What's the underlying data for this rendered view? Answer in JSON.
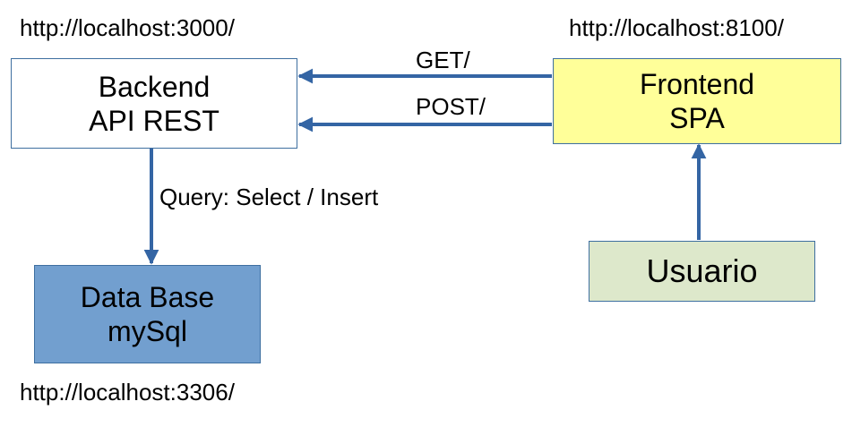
{
  "urls": {
    "backend": "http://localhost:3000/",
    "frontend": "http://localhost:8100/",
    "database": "http://localhost:3306/"
  },
  "nodes": {
    "backend": {
      "line1": "Backend",
      "line2": "API REST",
      "fill": "#ffffff"
    },
    "frontend": {
      "line1": "Frontend",
      "line2": "SPA",
      "fill": "#ffff99"
    },
    "database": {
      "line1": "Data Base",
      "line2": "mySql",
      "fill": "#729fcf"
    },
    "user": {
      "line1": "Usuario",
      "fill": "#dde8cb"
    }
  },
  "edges": {
    "get_label": "GET/",
    "post_label": "POST/",
    "query_label": "Query: Select / Insert"
  },
  "colors": {
    "arrow": "#3465a4",
    "box_border": "#3e6fa0"
  }
}
